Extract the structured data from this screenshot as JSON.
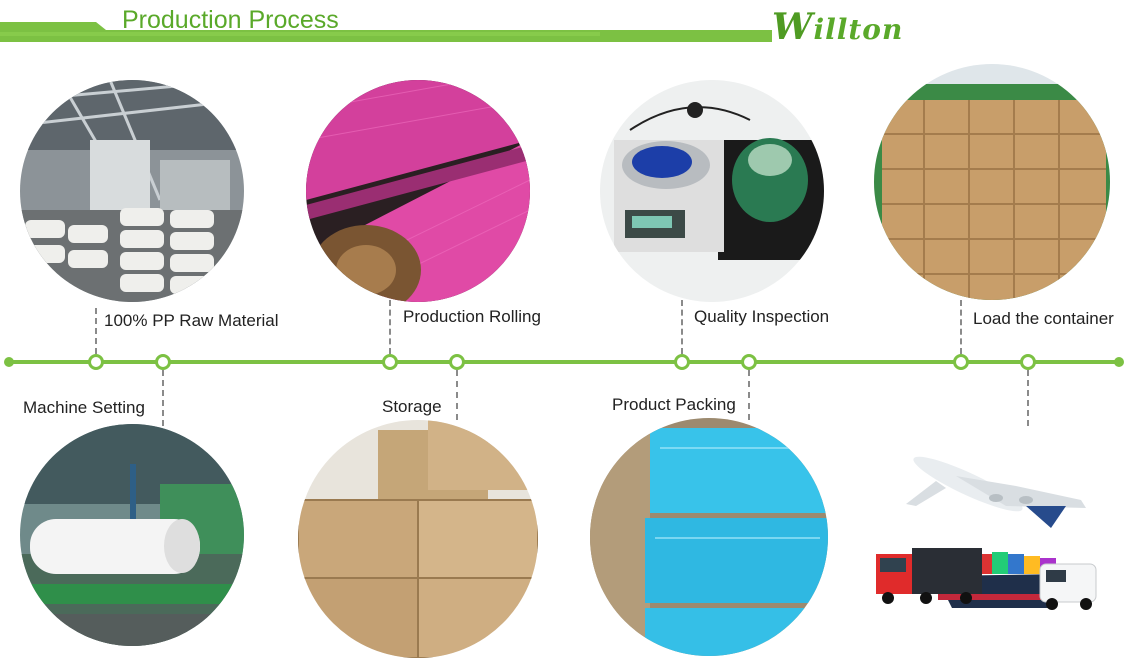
{
  "header": {
    "title": "Production Process",
    "brand": "Willton"
  },
  "steps": {
    "raw_material": "100% PP Raw Material",
    "rolling": "Production Rolling",
    "quality": "Quality Inspection",
    "load": "Load the container",
    "machine": "Machine Setting",
    "storage": "Storage",
    "packing": "Product Packing"
  },
  "colors": {
    "accent": "#7cc143",
    "brand": "#5aa92a"
  }
}
